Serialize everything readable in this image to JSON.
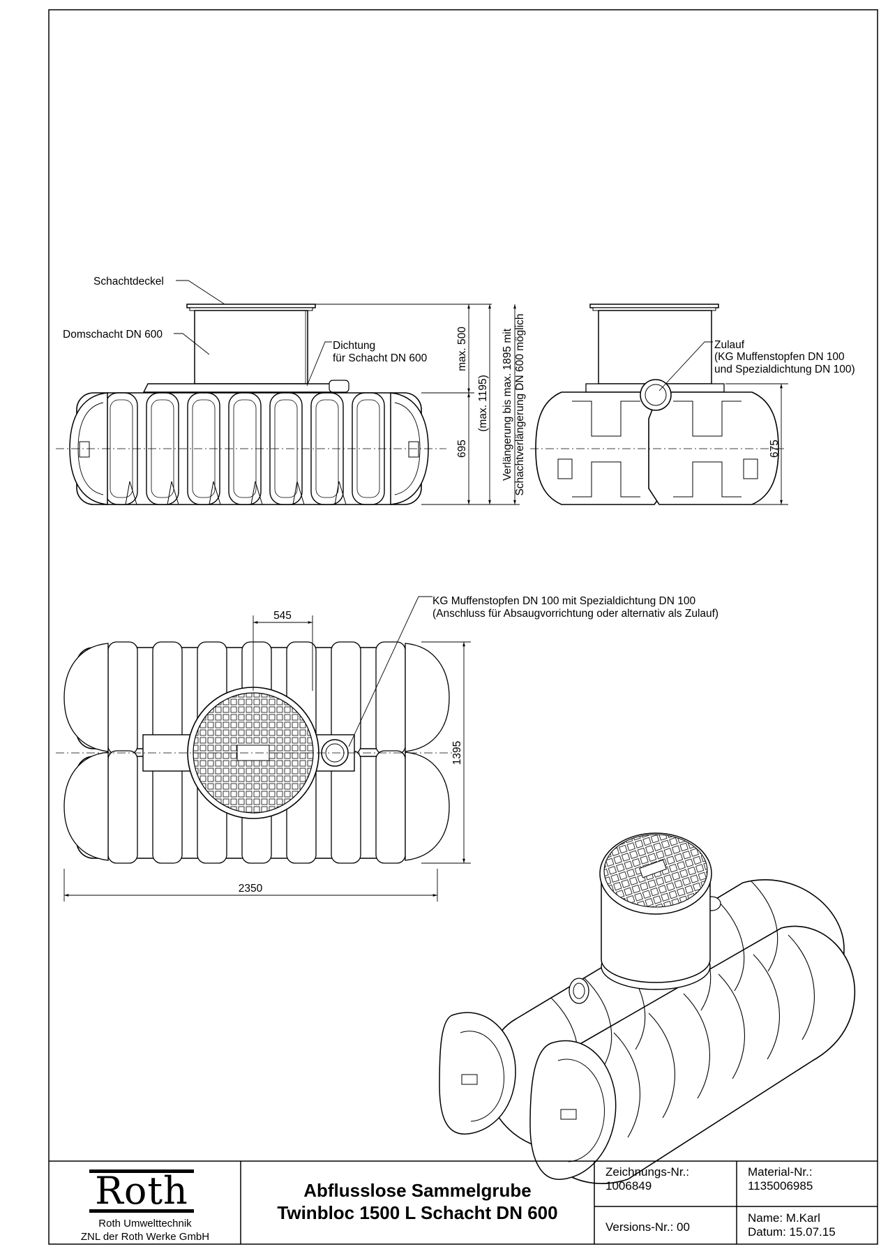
{
  "labels": {
    "schachtdeckel": "Schachtdeckel",
    "domschacht": "Domschacht DN 600",
    "dichtung_1": "Dichtung",
    "dichtung_2": "für Schacht DN 600",
    "zulauf_1": "Zulauf",
    "zulauf_2": "(KG Muffenstopfen DN 100",
    "zulauf_3": "und Spezialdichtung DN 100)",
    "kg_1": "KG Muffenstopfen DN 100 mit Spezialdichtung DN 100",
    "kg_2": "(Anschluss für Absaugvorrichtung oder alternativ als Zulauf)",
    "verl_1": "Verlängerung bis max. 1895 mit",
    "verl_2": "Schachtverlängerung DN 600 möglich"
  },
  "dimensions": {
    "max500": "max. 500",
    "d695": "695",
    "max1195": "(max. 1195)",
    "d675": "675",
    "d545": "545",
    "d1395": "1395",
    "d2350": "2350"
  },
  "title_block": {
    "logo_text": "Roth",
    "company_line1": "Roth Umwelttechnik",
    "company_line2": "ZNL der Roth Werke GmbH",
    "title_line1": "Abflusslose Sammelgrube",
    "title_line2": "Twinbloc 1500 L Schacht DN 600",
    "drawing_no_label": "Zeichnungs-Nr.:",
    "drawing_no": "1006849",
    "material_no_label": "Material-Nr.:",
    "material_no": "1135006985",
    "version_label": "Versions-Nr.: 00",
    "name": "Name: M.Karl",
    "date": "Datum: 15.07.15"
  }
}
